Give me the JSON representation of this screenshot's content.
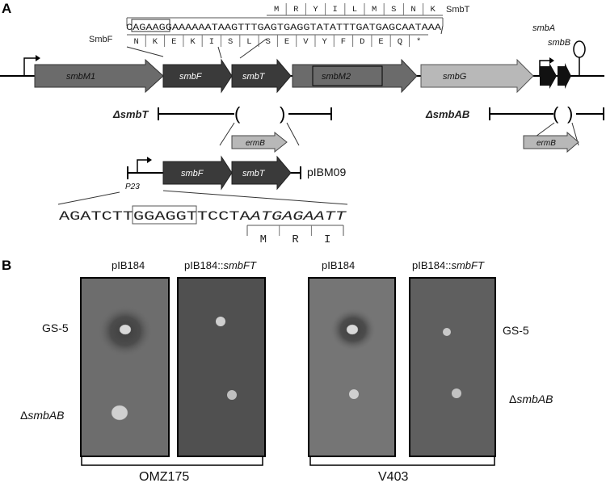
{
  "panel_a": {
    "label": "A",
    "sequence": {
      "dna": "CAGAAGGAAAAAATAAGTTTGAGTGAGGTATATTTGATGAGCAATAAA",
      "smbt_label": "SmbT",
      "smbf_label": "SmbF",
      "smbt_aa": [
        "M",
        "R",
        "Y",
        "I",
        "L",
        "M",
        "S",
        "N",
        "K"
      ],
      "smbf_aa": [
        "N",
        "K",
        "E",
        "K",
        "I",
        "S",
        "L",
        "S",
        "E",
        "V",
        "Y",
        "F",
        "D",
        "E",
        "Q",
        "*"
      ]
    },
    "genes": {
      "smbM1": "smbM1",
      "smbF": "smbF",
      "smbT": "smbT",
      "smbM2": "smbM2",
      "smbG": "smbG",
      "smbA": "smbA",
      "smbB": "smbB"
    },
    "deletions": {
      "smbT": "ΔsmbT",
      "smbAB": "ΔsmbAB",
      "ermB_1": "ermB",
      "ermB_2": "ermB"
    },
    "plasmid": {
      "name": "pIBM09",
      "promoter": "P23",
      "smbF": "smbF",
      "smbT": "smbT",
      "seq_prefix": "AGATCTT",
      "seq_rbs": "GGAGGT",
      "seq_mid": "TCCTA",
      "seq_start": "ATGAGAATT",
      "aa": [
        "M",
        "R",
        "I"
      ]
    }
  },
  "panel_b": {
    "label": "B",
    "plate_headers": [
      "pIB184",
      "pIB184::",
      "pIB184",
      "pIB184::"
    ],
    "plate_header_italic": [
      "",
      "smbFT",
      "",
      "smbFT"
    ],
    "rows_left": [
      "GS-5",
      "Δ",
      "smbAB"
    ],
    "rows_right": [
      "GS-5",
      "Δ",
      "smbAB"
    ],
    "groups": [
      "OMZ175",
      "V403"
    ]
  }
}
